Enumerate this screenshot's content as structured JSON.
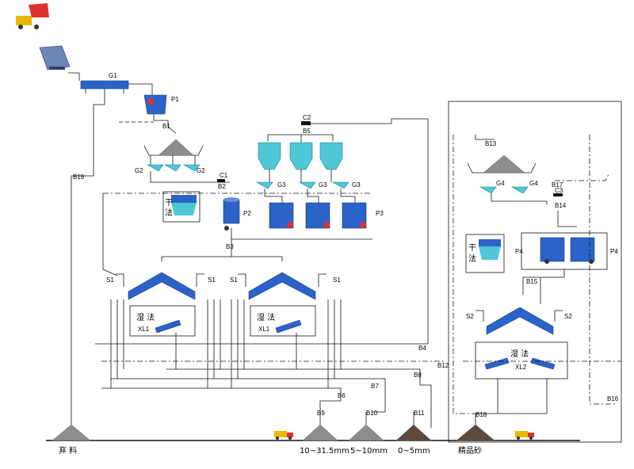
{
  "equipment_labels": {
    "g1": "G1",
    "p1": "P1",
    "b1": "B1",
    "g2a": "G2",
    "g2b": "G2",
    "c1": "C1",
    "b2": "B2",
    "b19": "B19",
    "c2": "C2",
    "b5": "B5",
    "g3a": "G3",
    "g3b": "G3",
    "g3c": "G3",
    "p2": "P2",
    "p3": "P3",
    "b3": "B3",
    "s1a": "S1",
    "s1b": "S1",
    "s1c": "S1",
    "s1d": "S1",
    "xl1a": "XL1",
    "xl1b": "XL1",
    "b4": "B4",
    "b6": "B6",
    "b7": "B7",
    "b8": "B8",
    "b9": "B9",
    "b10": "B10",
    "b11": "B11",
    "b12": "B12",
    "b13": "B13",
    "g4a": "G4",
    "g4b": "G4",
    "b17": "B17",
    "c3": "C3",
    "b14": "B14",
    "p4a": "P4",
    "p4b": "P4",
    "b15": "B15",
    "s2a": "S2",
    "s2b": "S2",
    "xl2": "XL2",
    "b16": "B16",
    "b18": "B18"
  },
  "process_labels": {
    "dry_char1": "干",
    "dry_char2": "法",
    "dry_char1_b": "干",
    "dry_char2_b": "法",
    "wet_a": "湿 法",
    "wet_b": "湿 法",
    "wet_c": "湿 法"
  },
  "products": {
    "waste": "弃   料",
    "p1": "10~31.5mm",
    "p2": "5~10mm",
    "p3": "0~5mm",
    "fine_sand": "精品砂"
  },
  "colors": {
    "equipment": "#2b63c8",
    "bin": "#4fc7d6",
    "pile": "#8d8d8d",
    "truck": "#e8b800"
  }
}
